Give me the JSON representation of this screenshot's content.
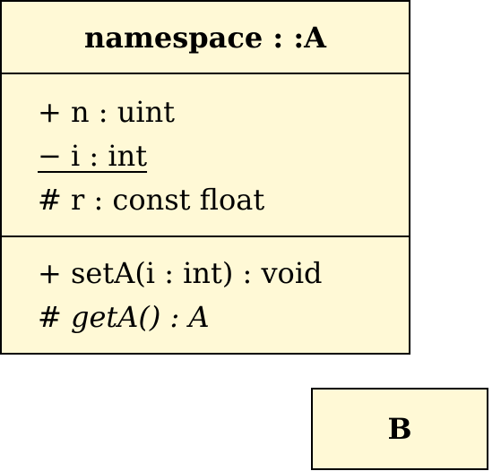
{
  "class_a": {
    "name": "namespace : :A",
    "attributes": [
      "+ n : uint",
      "− i : int",
      "# r : const float"
    ],
    "operations": [
      "+ setA(i : int) : void",
      "# getA() : A"
    ]
  },
  "class_b": {
    "name": "B"
  },
  "colors": {
    "class_fill": "#fff9d6",
    "border": "#000000"
  }
}
